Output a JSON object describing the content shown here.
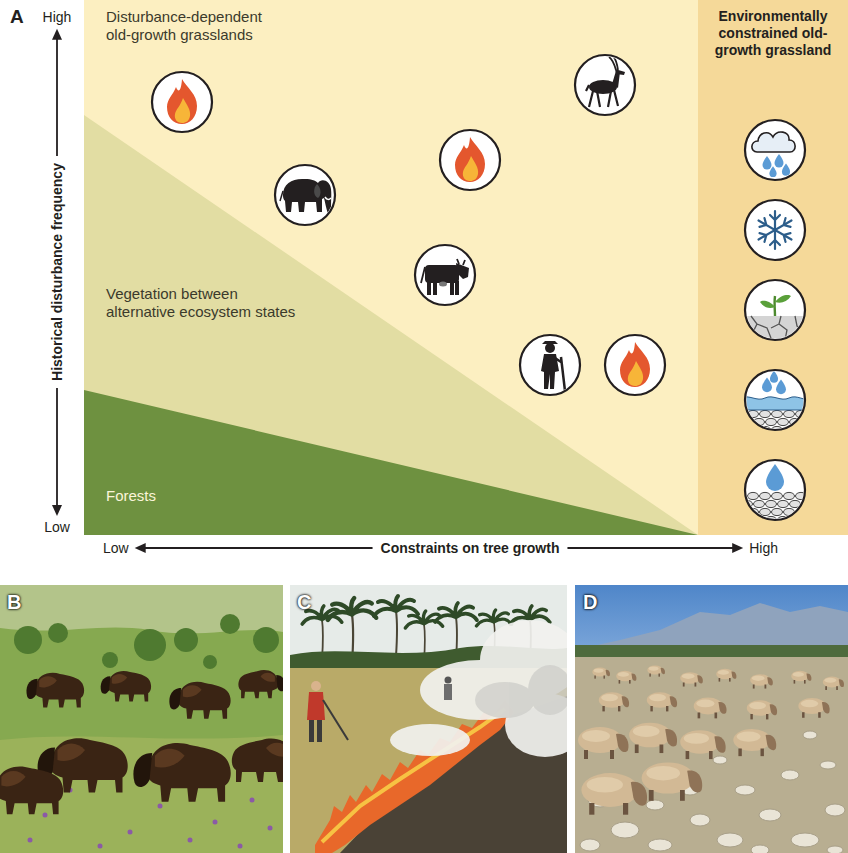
{
  "diagram": {
    "nodes": [
      {
        "text": [
          "Disturbance-dependent old-growth grasslands"
        ]
      },
      {
        "text": [
          "Vegetation between alternative ecosystem states"
        ]
      },
      {
        "text": [
          "Forests"
        ]
      },
      {
        "text": [
          "Environmentally constrained old-growth grassland"
        ]
      }
    ],
    "labels": [
      "A",
      "High",
      "Historical disturbance frequency",
      "Low",
      "Low",
      "Constraints on tree growth",
      "High",
      "B",
      "C",
      "D"
    ]
  }
}
